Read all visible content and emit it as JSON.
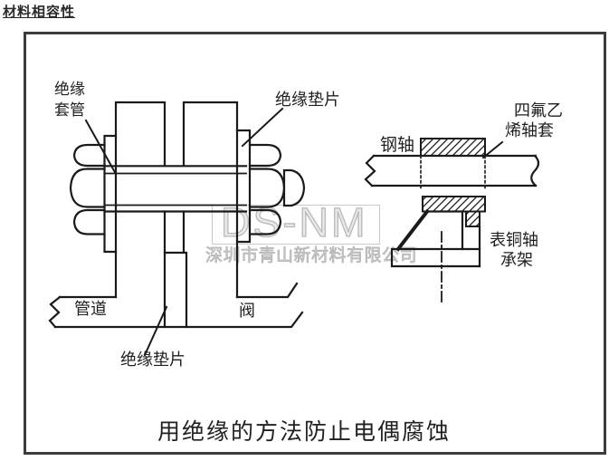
{
  "page": {
    "title": "材料相容性"
  },
  "figure": {
    "caption": "用绝缘的方法防止电偶腐蚀",
    "labels": {
      "insulating_sleeve_line1": "绝缘",
      "insulating_sleeve_line2": "套管",
      "insulating_gasket_top": "绝缘垫片",
      "insulating_gasket_bottom": "绝缘垫片",
      "pipe": "管道",
      "valve": "阀",
      "steel_shaft": "钢轴",
      "ptfe_bushing_line1": "四氟乙",
      "ptfe_bushing_line2": "烯轴套",
      "bearing_bracket_line1": "表铜轴",
      "bearing_bracket_line2": "承架"
    },
    "watermark": {
      "logo": "DS-NM",
      "company": "深圳市青山新材料有限公司"
    },
    "colors": {
      "line": "#1a1a1a",
      "box_border": "#3c3c3c",
      "watermark_gray": "#bfbfbf"
    }
  }
}
